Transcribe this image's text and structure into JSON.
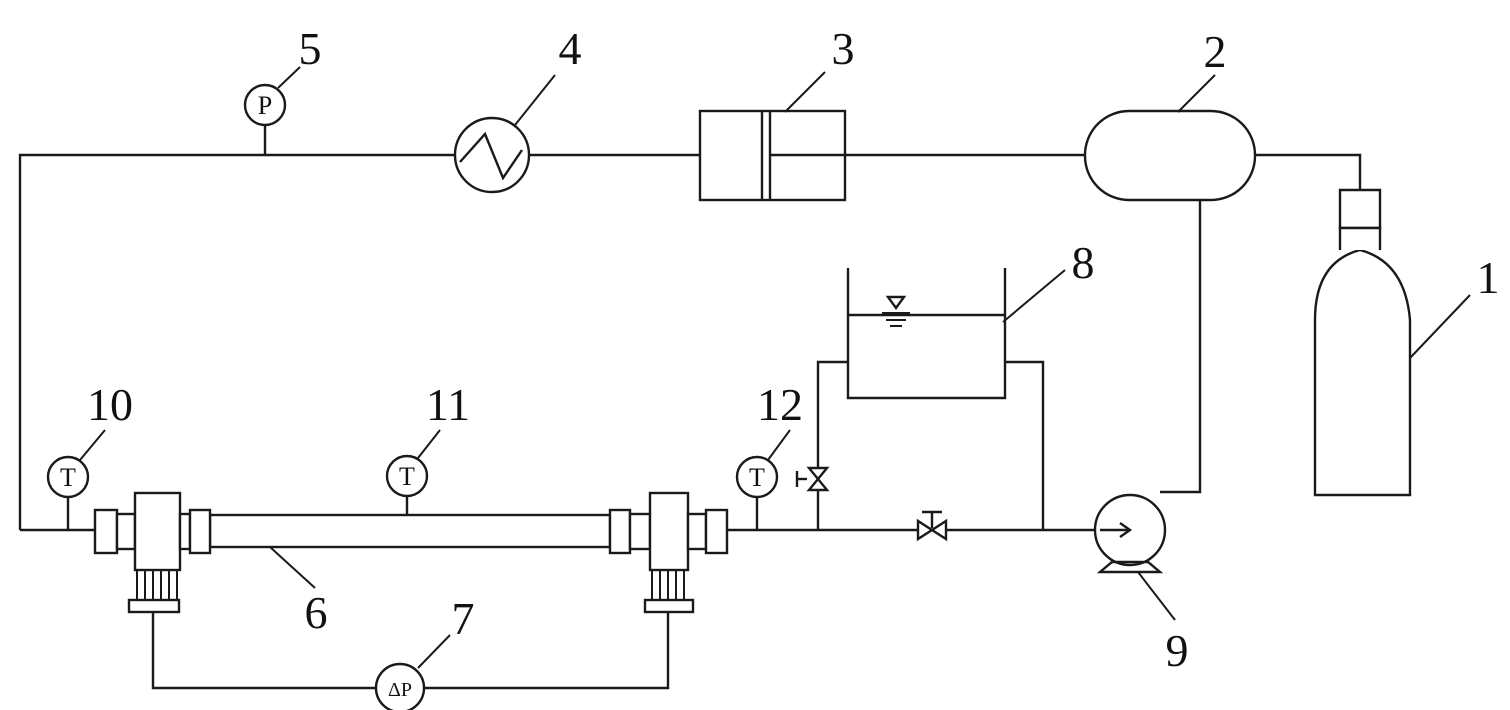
{
  "labels": {
    "n1": "1",
    "n2": "2",
    "n3": "3",
    "n4": "4",
    "n5": "5",
    "n6": "6",
    "n7": "7",
    "n8": "8",
    "n9": "9",
    "n10": "10",
    "n11": "11",
    "n12": "12"
  },
  "gauges": {
    "pressure": "P",
    "temp_inlet": "T",
    "temp_mid": "T",
    "temp_outlet": "T",
    "diff_pressure": "ΔP"
  }
}
